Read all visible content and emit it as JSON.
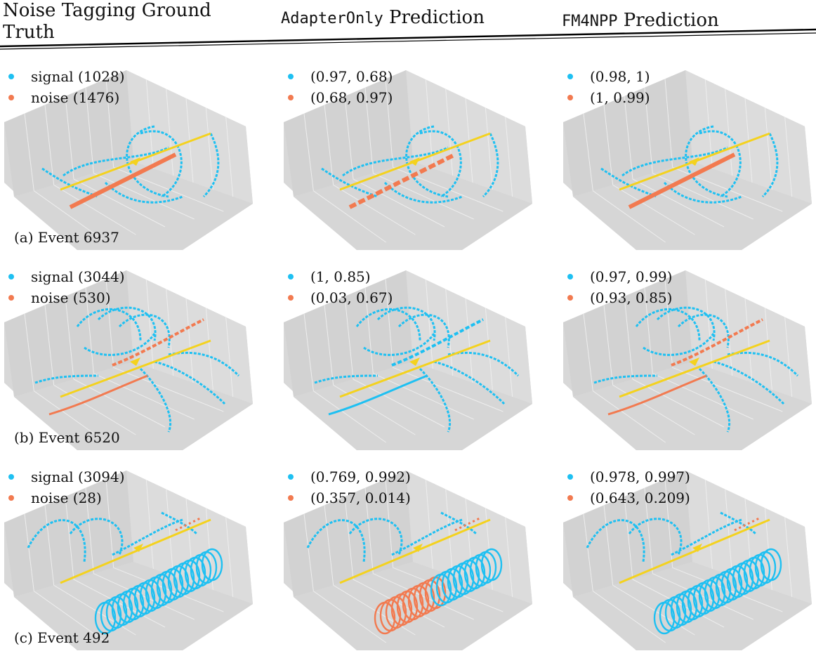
{
  "header": {
    "col1": "Noise Tagging Ground Truth",
    "col2_mono": "AdapterOnly",
    "col2_rest": " Prediction",
    "col3_mono": "FM4NPP",
    "col3_rest": " Prediction"
  },
  "colors": {
    "signal": "#1ec0f2",
    "noise": "#f27a50",
    "beam": "#f4d21e",
    "box": "#d3d3d3"
  },
  "rows": [
    {
      "caption": "(a) Event 6937",
      "panels": [
        {
          "signal": "signal (1028)",
          "noise": "noise (1476)"
        },
        {
          "signal": "(0.97, 0.68)",
          "noise": "(0.68, 0.97)"
        },
        {
          "signal": "(0.98, 1)",
          "noise": "(1, 0.99)"
        }
      ]
    },
    {
      "caption": "(b) Event 6520",
      "panels": [
        {
          "signal": "signal (3044)",
          "noise": "noise (530)"
        },
        {
          "signal": "(1, 0.85)",
          "noise": "(0.03, 0.67)"
        },
        {
          "signal": "(0.97, 0.99)",
          "noise": "(0.93, 0.85)"
        }
      ]
    },
    {
      "caption": "(c) Event 492",
      "panels": [
        {
          "signal": "signal (3094)",
          "noise": "noise (28)"
        },
        {
          "signal": "(0.769, 0.992)",
          "noise": "(0.357, 0.014)"
        },
        {
          "signal": "(0.978, 0.997)",
          "noise": "(0.643, 0.209)"
        }
      ]
    }
  ]
}
